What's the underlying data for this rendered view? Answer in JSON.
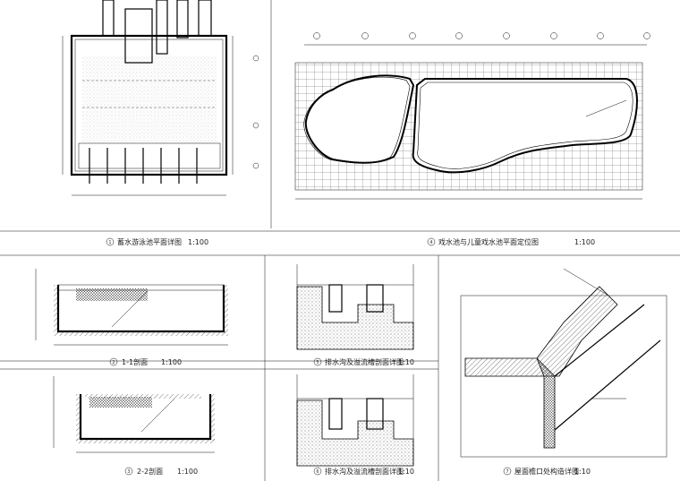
{
  "sheet": {
    "panels": [
      {
        "id": "pool-plan",
        "number": "1",
        "title": "蓄水游泳池平面详图",
        "scale": "1:100"
      },
      {
        "id": "pond-grid-plan",
        "number": "4",
        "title": "戏水池与儿童戏水池平面定位图",
        "scale": "1:100"
      },
      {
        "id": "section-1",
        "number": "2",
        "title": "1-1剖面",
        "scale": "1:100"
      },
      {
        "id": "drain-detail-a",
        "number": "5",
        "title": "排水沟及溢流槽剖面详图",
        "scale": "1:10"
      },
      {
        "id": "edge-detail",
        "number": "7",
        "title": "屋面檐口处构造详图",
        "scale": "1:10"
      },
      {
        "id": "section-2",
        "number": "3",
        "title": "2-2剖面",
        "scale": "1:100"
      },
      {
        "id": "drain-detail-b",
        "number": "6",
        "title": "排水沟及溢流槽剖面详图",
        "scale": "1:10"
      }
    ]
  },
  "colors": {
    "line": "#000000",
    "hatch": "#333333",
    "background": "#ffffff"
  }
}
